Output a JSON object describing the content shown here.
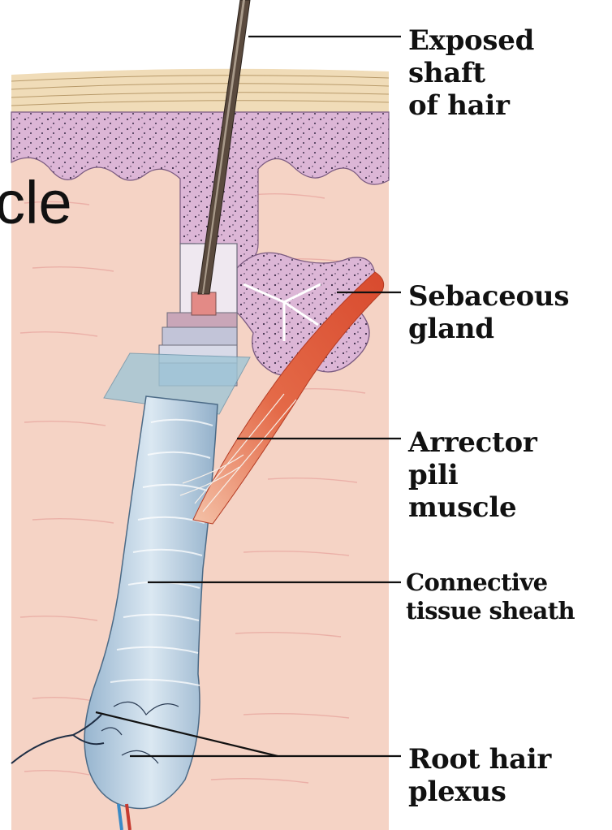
{
  "slide_fragment": "cle",
  "labels": {
    "exposed_shaft": "Exposed\nshaft\nof hair",
    "sebaceous_gland": "Sebaceous\ngland",
    "arrector_pili": "Arrector\npili\nmuscle",
    "connective_sheath": "Connective\ntissue sheath",
    "root_hair_plexus": "Root hair\nplexus"
  },
  "colors": {
    "dermis": "#f5d3c5",
    "epidermis": "#f0dcb8",
    "sebaceous": "#dcb6d6",
    "sheath": "#b9cfe0",
    "muscle": "#e06040",
    "hair": "#5a4a3e",
    "leader": "#111111"
  }
}
